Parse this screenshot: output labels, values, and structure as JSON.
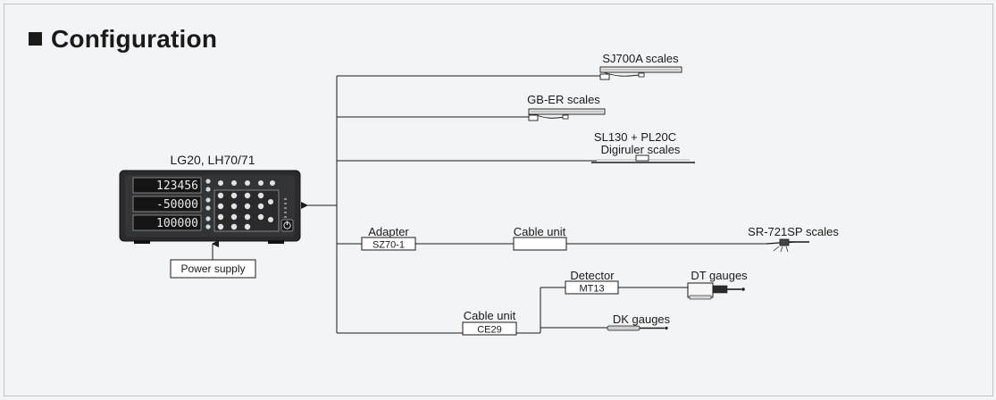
{
  "title": "Configuration",
  "device": {
    "label": "LG20, LH70/71",
    "display1": "123456",
    "display2": "-50000",
    "display3": "100000"
  },
  "power_supply": "Power supply",
  "branches": {
    "sj700a": "SJ700A scales",
    "gb_er": "GB-ER scales",
    "sl130_line1": "SL130 + PL20C",
    "sl130_line2": "Digiruler scales",
    "adapter_label": "Adapter",
    "adapter_model": "SZ70-1",
    "cable_unit_label": "Cable unit",
    "sr721sp": "SR-721SP scales",
    "cable_unit2_label": "Cable unit",
    "cable_unit2_model": "CE29",
    "detector_label": "Detector",
    "detector_model": "MT13",
    "dt_gauges": "DT gauges",
    "dk_gauges": "DK gauges"
  },
  "colors": {
    "line": "#1a1a1a",
    "device_body": "#2b2b2d",
    "lcd_bg": "#141414",
    "lcd_digit": "#e9e9e9",
    "box_fill": "#ffffff",
    "background": "#f3f4f6"
  }
}
